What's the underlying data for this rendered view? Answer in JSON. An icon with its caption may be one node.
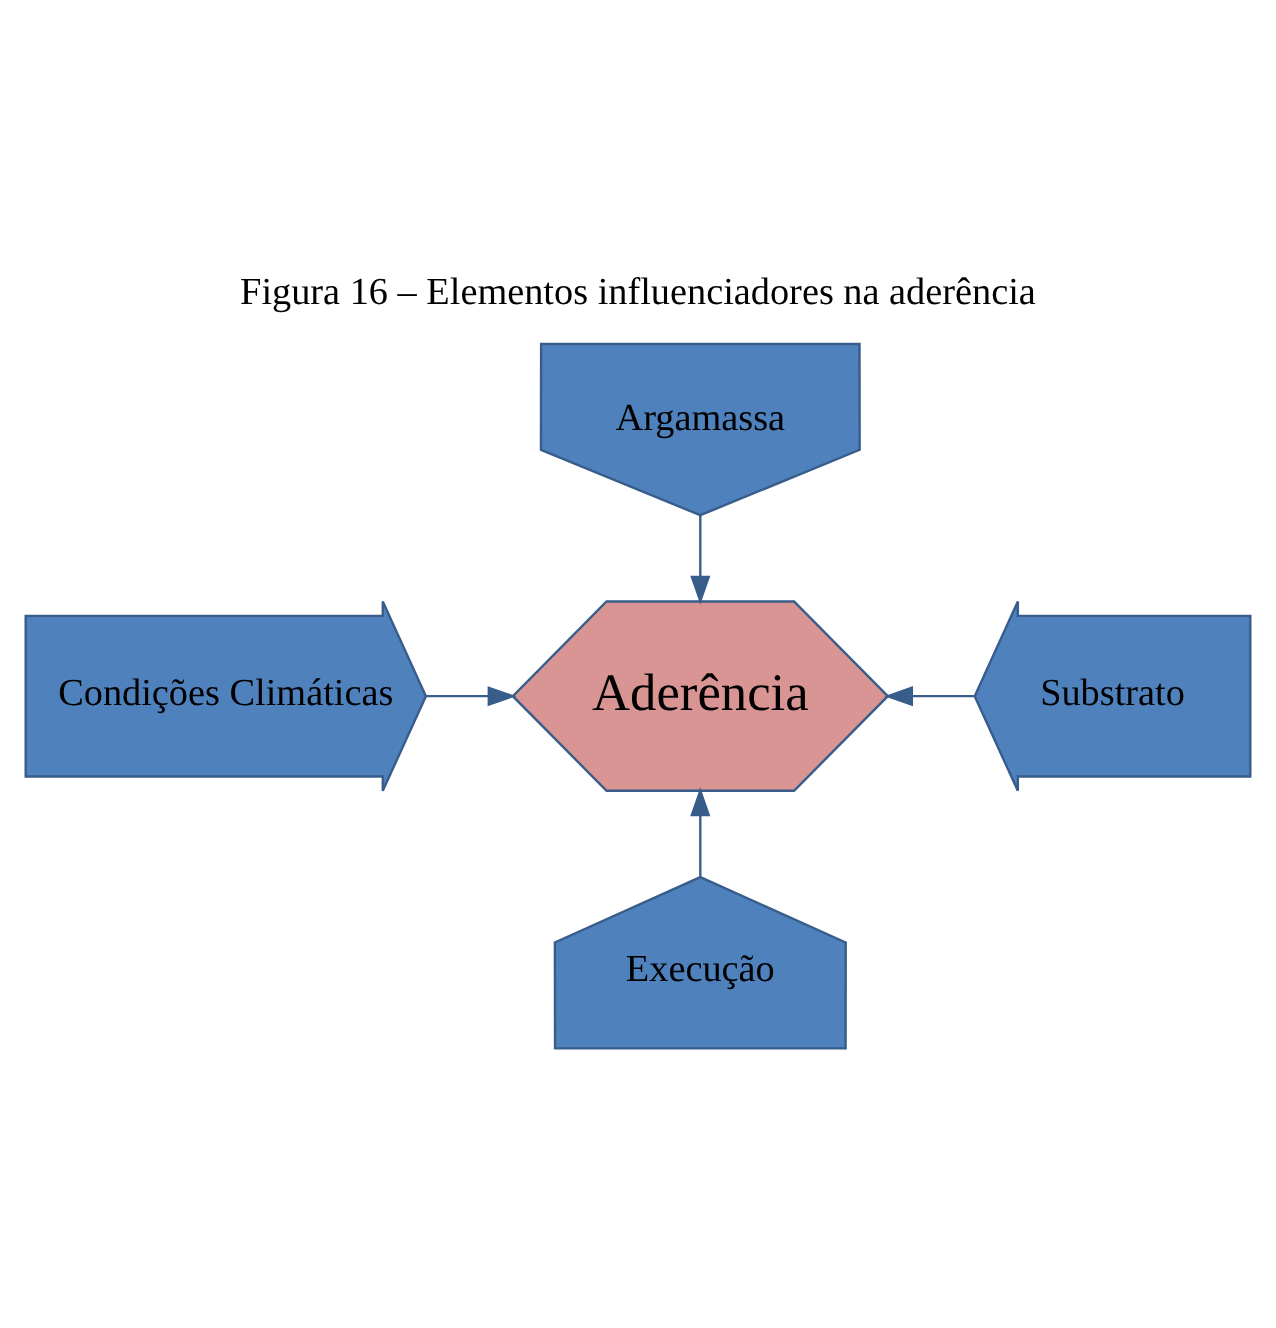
{
  "diagram": {
    "title": "Figura 16 – Elementos influenciadores na aderência",
    "nodes": [
      {
        "text": [
          "Argamassa"
        ]
      },
      {
        "text": [
          "Condições Climáticas"
        ]
      },
      {
        "text": [
          "Aderência"
        ]
      },
      {
        "text": [
          "Substrato"
        ]
      },
      {
        "text": [
          "Execução"
        ]
      }
    ],
    "edges": [
      {
        "from": 0,
        "to": 2,
        "arrow": "to"
      },
      {
        "from": 1,
        "to": 2,
        "arrow": "to"
      },
      {
        "from": 3,
        "to": 2,
        "arrow": "to"
      },
      {
        "from": 4,
        "to": 2,
        "arrow": "to"
      }
    ]
  }
}
